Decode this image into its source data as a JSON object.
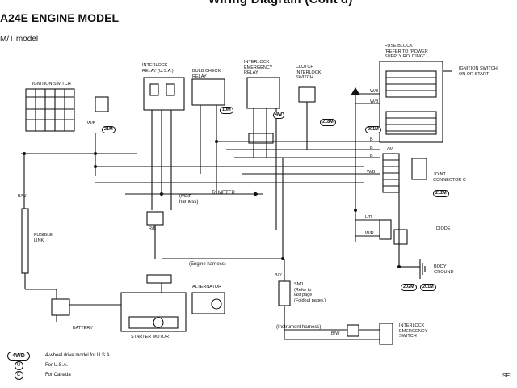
{
  "header": {
    "title": "Wiring Diagram (Cont'd)",
    "section": "A24E ENGINE MODEL",
    "model": "M/T model"
  },
  "components": {
    "ignition_switch": "IGNITION SWITCH",
    "interlock_relay": "INTERLOCK\nRELAY (U.S.A.)",
    "bulb_check_relay": "BULB CHECK\nRELAY",
    "interlock_emergency_relay": "INTERLOCK\nEMERGENCY\nRELAY",
    "clutch_interlock_switch": "CLUTCH\nINTERLOCK\nSWITCH",
    "fuse_block": "FUSE BLOCK\n(Refer to \"POWER\nSUPPLY ROUTING\".)",
    "ignition_switch_on_start": "IGNITION SWITCH\nON or START",
    "joint_connector": "JOINT\nCONNECTOR C",
    "diode": "DIODE",
    "body_ground": "BODY\nGROUND",
    "fusible_link": "FUSIBLE\nLINK",
    "battery": "BATTERY",
    "alternator": "ALTERNATOR",
    "starter_motor": "STARTER MOTOR",
    "smj": "SMJ\n(Refer to\nlast page\n(Foldout page).)",
    "interlock_emergency_switch": "INTERLOCK\nEMERGENCY\nSWITCH"
  },
  "harness_labels": {
    "to_meter": "To METER",
    "main_harness": "(Main\nharness)",
    "engine_harness": "(Engine harness)",
    "instrument_harness": "(Instrument harness)"
  },
  "connector_ids": [
    "10M",
    "21M",
    "4W",
    "218M",
    "201M",
    "212M",
    "202M",
    "201M"
  ],
  "wire_codes": [
    "W/B",
    "W/B",
    "W/B",
    "B",
    "B",
    "B",
    "L/R",
    "W/R",
    "B/W",
    "W/B",
    "R/B",
    "B/Y",
    "B/W",
    "L/W"
  ],
  "legend": [
    {
      "symbol": "4WD",
      "text": "4-wheel drive model for U.S.A."
    },
    {
      "symbol": "U",
      "text": "For U.S.A."
    },
    {
      "symbol": "C",
      "text": "For Canada"
    }
  ],
  "corner_code": "SEL"
}
